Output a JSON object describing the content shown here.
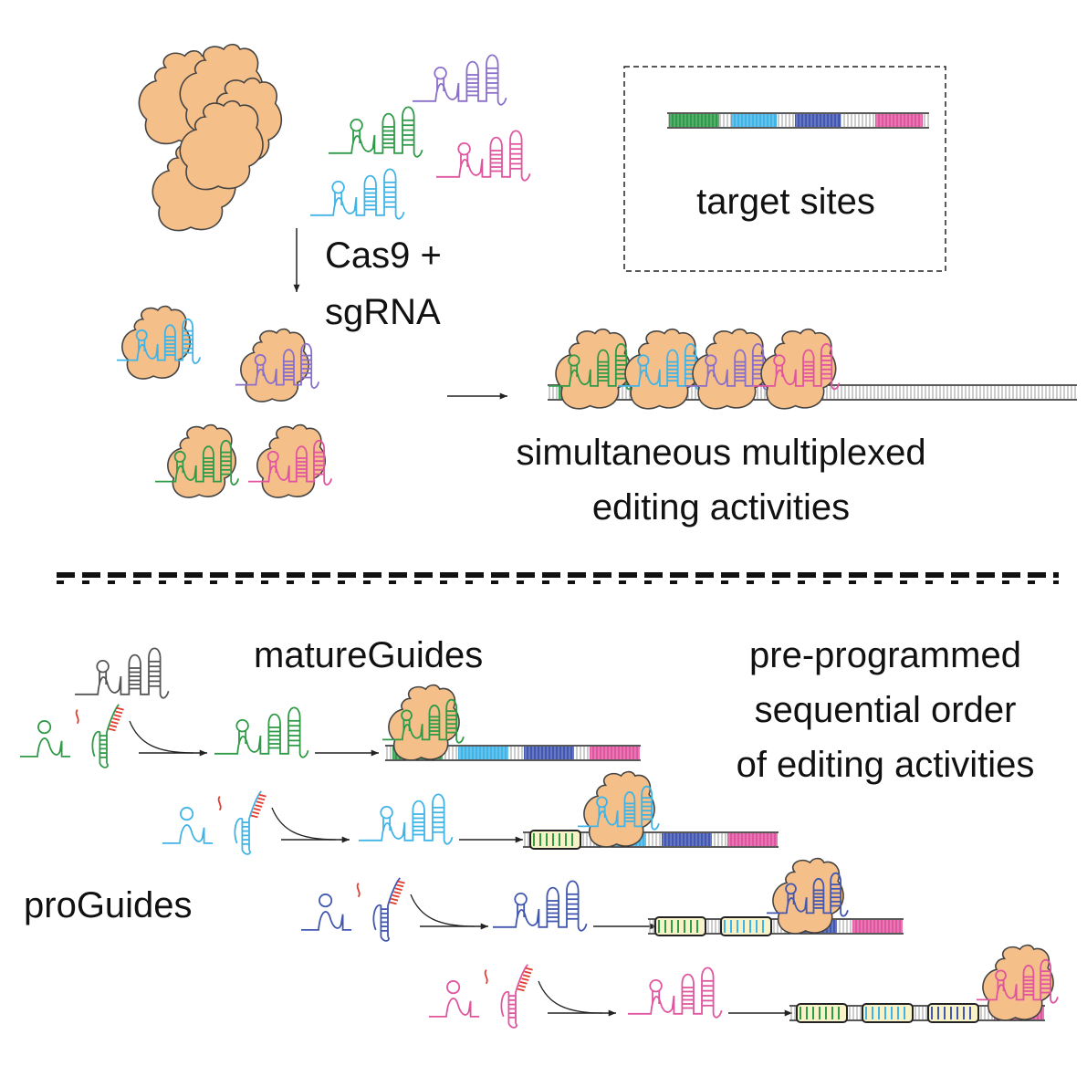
{
  "labels": {
    "cas9_line1": "Cas9 +",
    "cas9_line2": "sgRNA",
    "target_sites": "target sites",
    "simultaneous_line1": "simultaneous multiplexed",
    "simultaneous_line2": "editing activities",
    "mature_guides": "matureGuides",
    "preprog_line1": "pre-programmed",
    "preprog_line2": "sequential order",
    "preprog_line3": "of editing activities",
    "pro_guides": "proGuides"
  },
  "colors": {
    "cas9_fill": "#f5bf8a",
    "cas9_stroke": "#444444",
    "green": "#2f9a47",
    "cyan": "#40b4e6",
    "blue": "#4257b0",
    "magenta": "#e0559f",
    "lilac": "#8a6fc8",
    "red": "#e33b2e",
    "gray": "#555555",
    "edited_fill": "#f7f2c8"
  }
}
